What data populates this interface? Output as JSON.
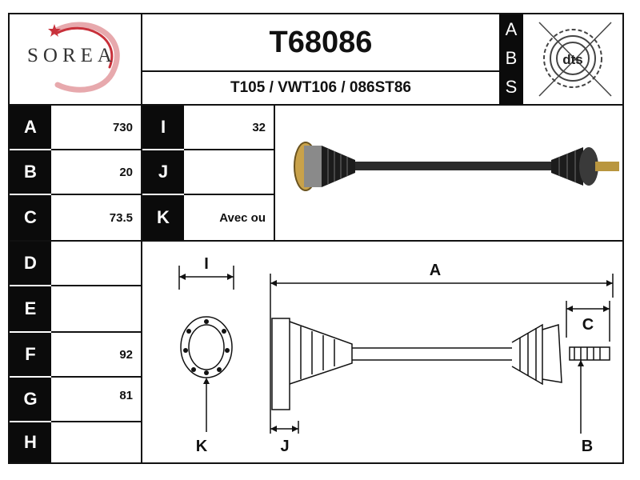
{
  "logo": {
    "text": "SOREA"
  },
  "header": {
    "reference": "T68086",
    "crossrefs": "T105 / VWT106 / 086ST86"
  },
  "abs_box": {
    "letters": [
      "A",
      "B",
      "S"
    ]
  },
  "dts_logo": {
    "text": "dts"
  },
  "dimensions_left": [
    {
      "label": "A",
      "value": "730"
    },
    {
      "label": "B",
      "value": "20"
    },
    {
      "label": "C",
      "value": "73.5"
    },
    {
      "label": "D",
      "value": ""
    },
    {
      "label": "E",
      "value": ""
    },
    {
      "label": "F",
      "value": "92"
    },
    {
      "label": "G",
      "value": "81"
    },
    {
      "label": "H",
      "value": ""
    }
  ],
  "dimensions_mid": [
    {
      "label": "I",
      "value": "32"
    },
    {
      "label": "J",
      "value": ""
    },
    {
      "label": "K",
      "value": "Avec ou"
    }
  ],
  "diagram": {
    "labels": {
      "I": "I",
      "A": "A",
      "C": "C",
      "K": "K",
      "J": "J",
      "B": "B"
    }
  },
  "colors": {
    "label_bg": "#0b0b0b",
    "logo_red": "#c8303a",
    "shaft": "#2b2b2b",
    "cup_gold": "#c9a24a"
  }
}
